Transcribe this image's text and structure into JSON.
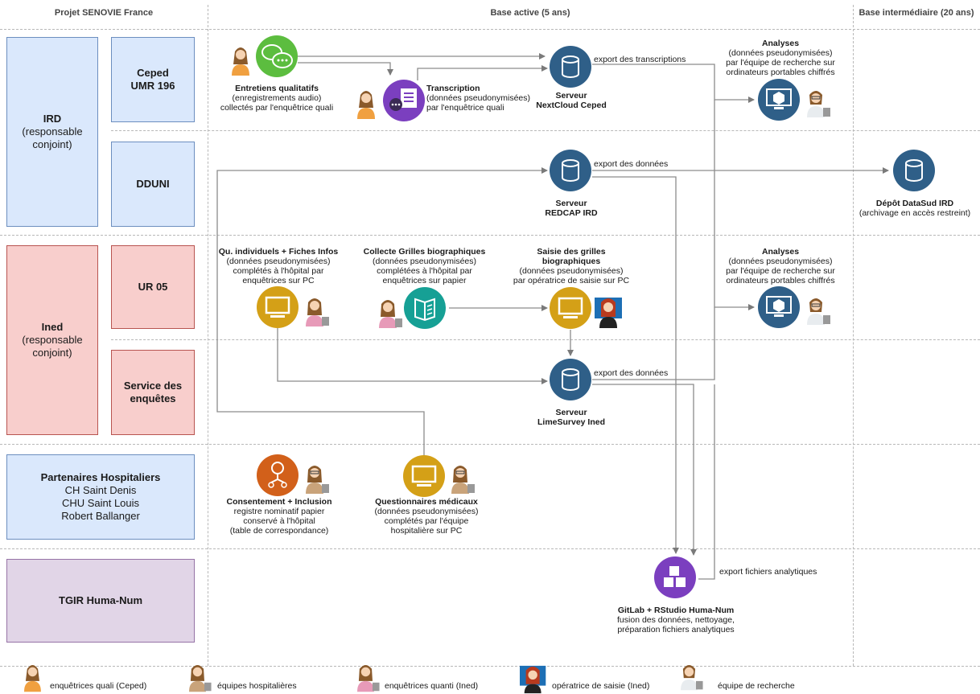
{
  "columns": {
    "project": "Projet SENOVIE France",
    "active": "Base active (5 ans)",
    "intermediate": "Base intermédiaire (20 ans)"
  },
  "orgs": {
    "ird": [
      "IRD",
      "(responsable",
      "conjoint)"
    ],
    "ined": [
      "Ined",
      "(responsable",
      "conjoint)"
    ],
    "ceped": [
      "Ceped",
      "UMR 196"
    ],
    "dduni": "DDUNI",
    "ur05": "UR 05",
    "service": [
      "Service des",
      "enquêtes"
    ],
    "partners": [
      "Partenaires Hospitaliers",
      "CH Saint Denis",
      "CHU Saint Louis",
      "Robert Ballanger"
    ],
    "tgir": "TGIR Huma-Num"
  },
  "nodes": {
    "entretiens": {
      "title": "Entretiens qualitatifs",
      "lines": [
        "(enregistrements audio)",
        "collectés par l'enquêtrice quali"
      ]
    },
    "transcription": {
      "title": "Transcription",
      "lines": [
        "(données pseudonymisées)",
        "par l'enquêtrice quali"
      ]
    },
    "nextcloud": {
      "title": "Serveur",
      "title2": "NextCloud Ceped"
    },
    "redcap": {
      "title": "Serveur",
      "title2": "REDCAP IRD"
    },
    "limesurvey": {
      "title": "Serveur",
      "title2": "LimeSurvey Ined"
    },
    "analyses1": {
      "title": "Analyses",
      "lines": [
        "(données pseudonymisées)",
        "par l'équipe de recherche sur",
        "ordinateurs portables chiffrés"
      ]
    },
    "analyses2": {
      "title": "Analyses",
      "lines": [
        "(données pseudonymisées)",
        "par l'équipe de recherche sur",
        "ordinateurs portables chiffrés"
      ]
    },
    "depot": {
      "title": "Dépôt DataSud IRD",
      "lines": [
        "(archivage en accès restreint)"
      ]
    },
    "qu_indiv": {
      "title": "Qu. individuels + Fiches Infos",
      "lines": [
        "(données pseudonymisées)",
        "complétés à l'hôpital par",
        "enquêtrices sur PC"
      ]
    },
    "collecte": {
      "title": "Collecte Grilles biographiques",
      "lines": [
        "(données pseudonymisées)",
        "complétées à l'hôpital par",
        "enquêtrices sur papier"
      ]
    },
    "saisie": {
      "title": "Saisie des grilles",
      "title2": "biographiques",
      "lines": [
        "(données pseudonymisées)",
        "par opératrice de saisie sur PC"
      ]
    },
    "consentement": {
      "title": "Consentement + Inclusion",
      "lines": [
        "registre nominatif papier",
        "conservé à l'hôpital",
        "(table de correspondance)"
      ]
    },
    "questionnaires": {
      "title": "Questionnaires médicaux",
      "lines": [
        "(données pseudonymisées)",
        "complétés par l'équipe",
        "hospitalière sur PC"
      ]
    },
    "gitlab": {
      "title": "GitLab + RStudio Huma-Num",
      "lines": [
        "fusion des données, nettoyage,",
        "préparation fichiers analytiques"
      ]
    }
  },
  "edge_labels": {
    "export_transcriptions": "export des transcriptions",
    "export_donnees_1": "export des données",
    "export_donnees_2": "export des données",
    "export_fichiers": "export fichiers analytiques"
  },
  "legend": [
    {
      "icon": "woman-orange-icon",
      "label": "enquêtrices quali (Ceped)"
    },
    {
      "icon": "hospital-staff-icon",
      "label": "équipes hospitalières"
    },
    {
      "icon": "woman-pink-icon",
      "label": "enquêtrices quanti (Ined)"
    },
    {
      "icon": "operator-icon",
      "label": "opératrice de saisie (Ined)"
    },
    {
      "icon": "researcher-icon",
      "label": "équipe de recherche"
    }
  ],
  "colors": {
    "node_blue": "#2f5f88",
    "node_gold": "#d4a017",
    "node_teal": "#16a095",
    "node_orange": "#d2601a",
    "node_purple": "#7b3fbf",
    "chat_green": "#5cbd3f",
    "ird_box": "#dae8fc",
    "ined_box": "#f8cecc",
    "tgir_box": "#e1d5e7"
  }
}
